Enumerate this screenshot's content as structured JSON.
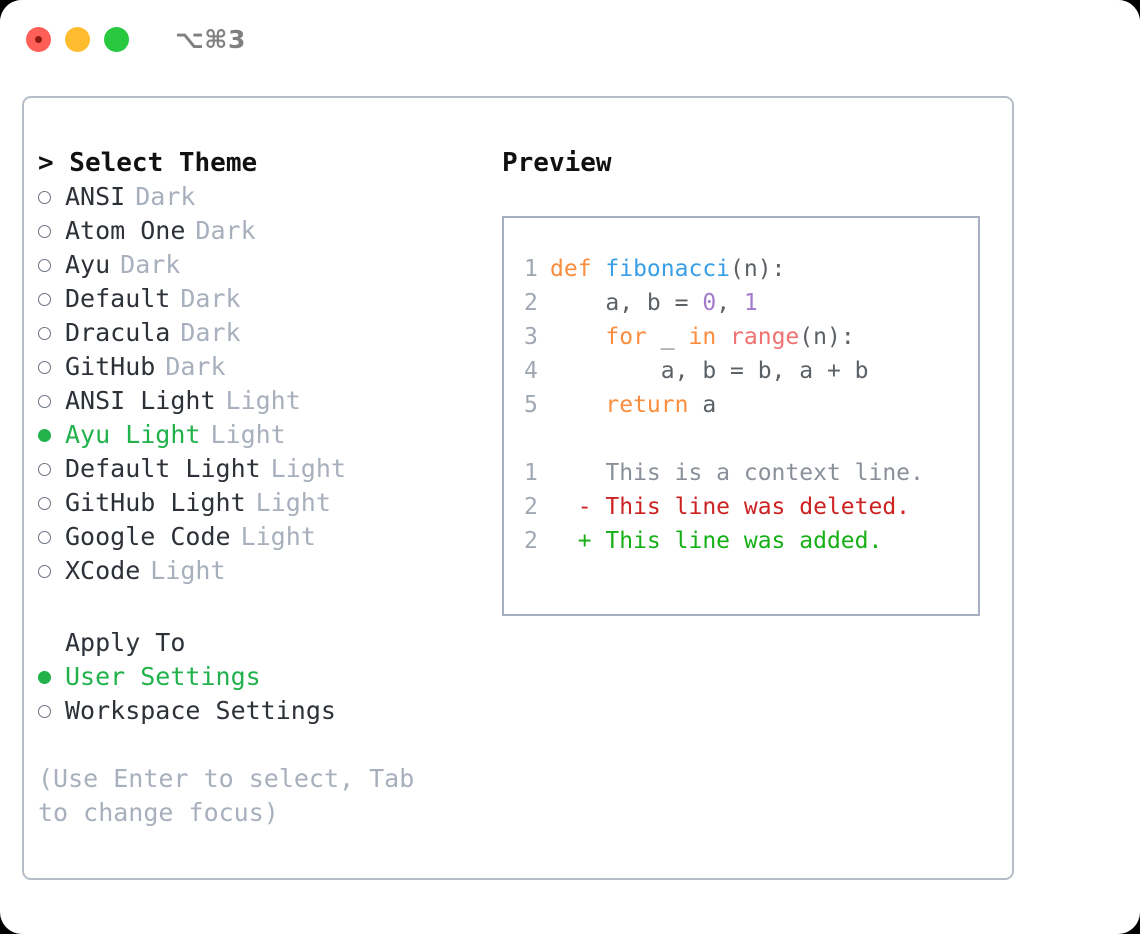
{
  "titlebar": {
    "shortcut": "⌥⌘3",
    "buttons": [
      "close",
      "minimize",
      "maximize"
    ]
  },
  "left_panel": {
    "heading": "> Select Theme",
    "themes": [
      {
        "name": "ANSI",
        "variant": "Dark",
        "selected": false
      },
      {
        "name": "Atom One",
        "variant": "Dark",
        "selected": false
      },
      {
        "name": "Ayu",
        "variant": "Dark",
        "selected": false
      },
      {
        "name": "Default",
        "variant": "Dark",
        "selected": false
      },
      {
        "name": "Dracula",
        "variant": "Dark",
        "selected": false
      },
      {
        "name": "GitHub",
        "variant": "Dark",
        "selected": false
      },
      {
        "name": "ANSI Light",
        "variant": "Light",
        "selected": false
      },
      {
        "name": "Ayu Light",
        "variant": "Light",
        "selected": true
      },
      {
        "name": "Default Light",
        "variant": "Light",
        "selected": false
      },
      {
        "name": "GitHub Light",
        "variant": "Light",
        "selected": false
      },
      {
        "name": "Google Code",
        "variant": "Light",
        "selected": false
      },
      {
        "name": "XCode",
        "variant": "Light",
        "selected": false
      }
    ],
    "apply_to": {
      "heading": "Apply To",
      "options": [
        {
          "label": "User Settings",
          "selected": true
        },
        {
          "label": "Workspace Settings",
          "selected": false
        }
      ]
    },
    "hint": "(Use Enter to select, Tab to change focus)"
  },
  "right_panel": {
    "heading": "Preview",
    "code": [
      {
        "num": "1",
        "segments": [
          {
            "text": "def ",
            "type": "kw"
          },
          {
            "text": "fibonacci",
            "type": "fn"
          },
          {
            "text": "(n):",
            "type": "txt"
          }
        ]
      },
      {
        "num": "2",
        "segments": [
          {
            "text": "    a, b = ",
            "type": "txt"
          },
          {
            "text": "0",
            "type": "num"
          },
          {
            "text": ", ",
            "type": "txt"
          },
          {
            "text": "1",
            "type": "num"
          }
        ]
      },
      {
        "num": "3",
        "segments": [
          {
            "text": "    ",
            "type": "txt"
          },
          {
            "text": "for",
            "type": "kw"
          },
          {
            "text": " _ ",
            "type": "txt"
          },
          {
            "text": "in",
            "type": "kw"
          },
          {
            "text": " ",
            "type": "txt"
          },
          {
            "text": "range",
            "type": "call"
          },
          {
            "text": "(n):",
            "type": "txt"
          }
        ]
      },
      {
        "num": "4",
        "segments": [
          {
            "text": "        a, b = b, a + b",
            "type": "txt"
          }
        ]
      },
      {
        "num": "5",
        "segments": [
          {
            "text": "    ",
            "type": "txt"
          },
          {
            "text": "return",
            "type": "kw"
          },
          {
            "text": " a",
            "type": "txt"
          }
        ]
      }
    ],
    "diff": [
      {
        "num": "1",
        "marker": " ",
        "text": "This is a context line.",
        "type": "ctx"
      },
      {
        "num": "2",
        "marker": "-",
        "text": "This line was deleted.",
        "type": "del"
      },
      {
        "num": "2",
        "marker": "+",
        "text": "This line was added.",
        "type": "add"
      }
    ]
  },
  "colors": {
    "accent_green": "#22b24c",
    "keyword_orange": "#fa8d3e",
    "function_blue": "#399ee6",
    "number_purple": "#a37acc",
    "call_red": "#f07171",
    "text_gray": "#5c6166",
    "muted_gray": "#a8b0bd",
    "diff_delete": "#cc2222",
    "diff_add": "#16b016",
    "border": "#b6bdc9"
  }
}
